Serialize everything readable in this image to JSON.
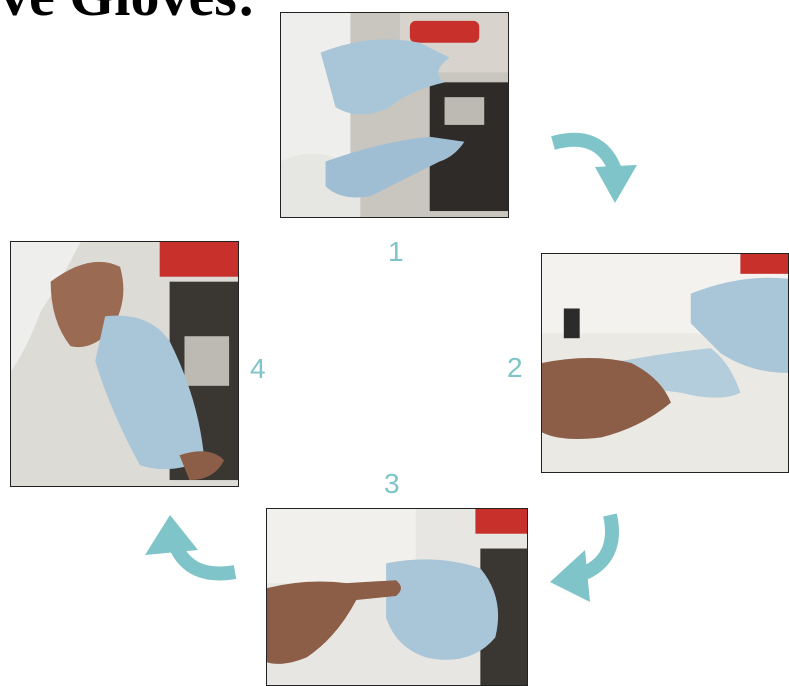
{
  "heading": "ve Gloves:",
  "steps": [
    {
      "number": "1"
    },
    {
      "number": "2"
    },
    {
      "number": "3"
    },
    {
      "number": "4"
    }
  ],
  "colors": {
    "arrow": "#7fc4c8",
    "step_number": "#7fc4c8",
    "glove": "#a9c6d8",
    "lab_coat": "#eeeeec",
    "skin": "#9a6b52"
  },
  "icons": [
    "curved-arrow-icon"
  ]
}
